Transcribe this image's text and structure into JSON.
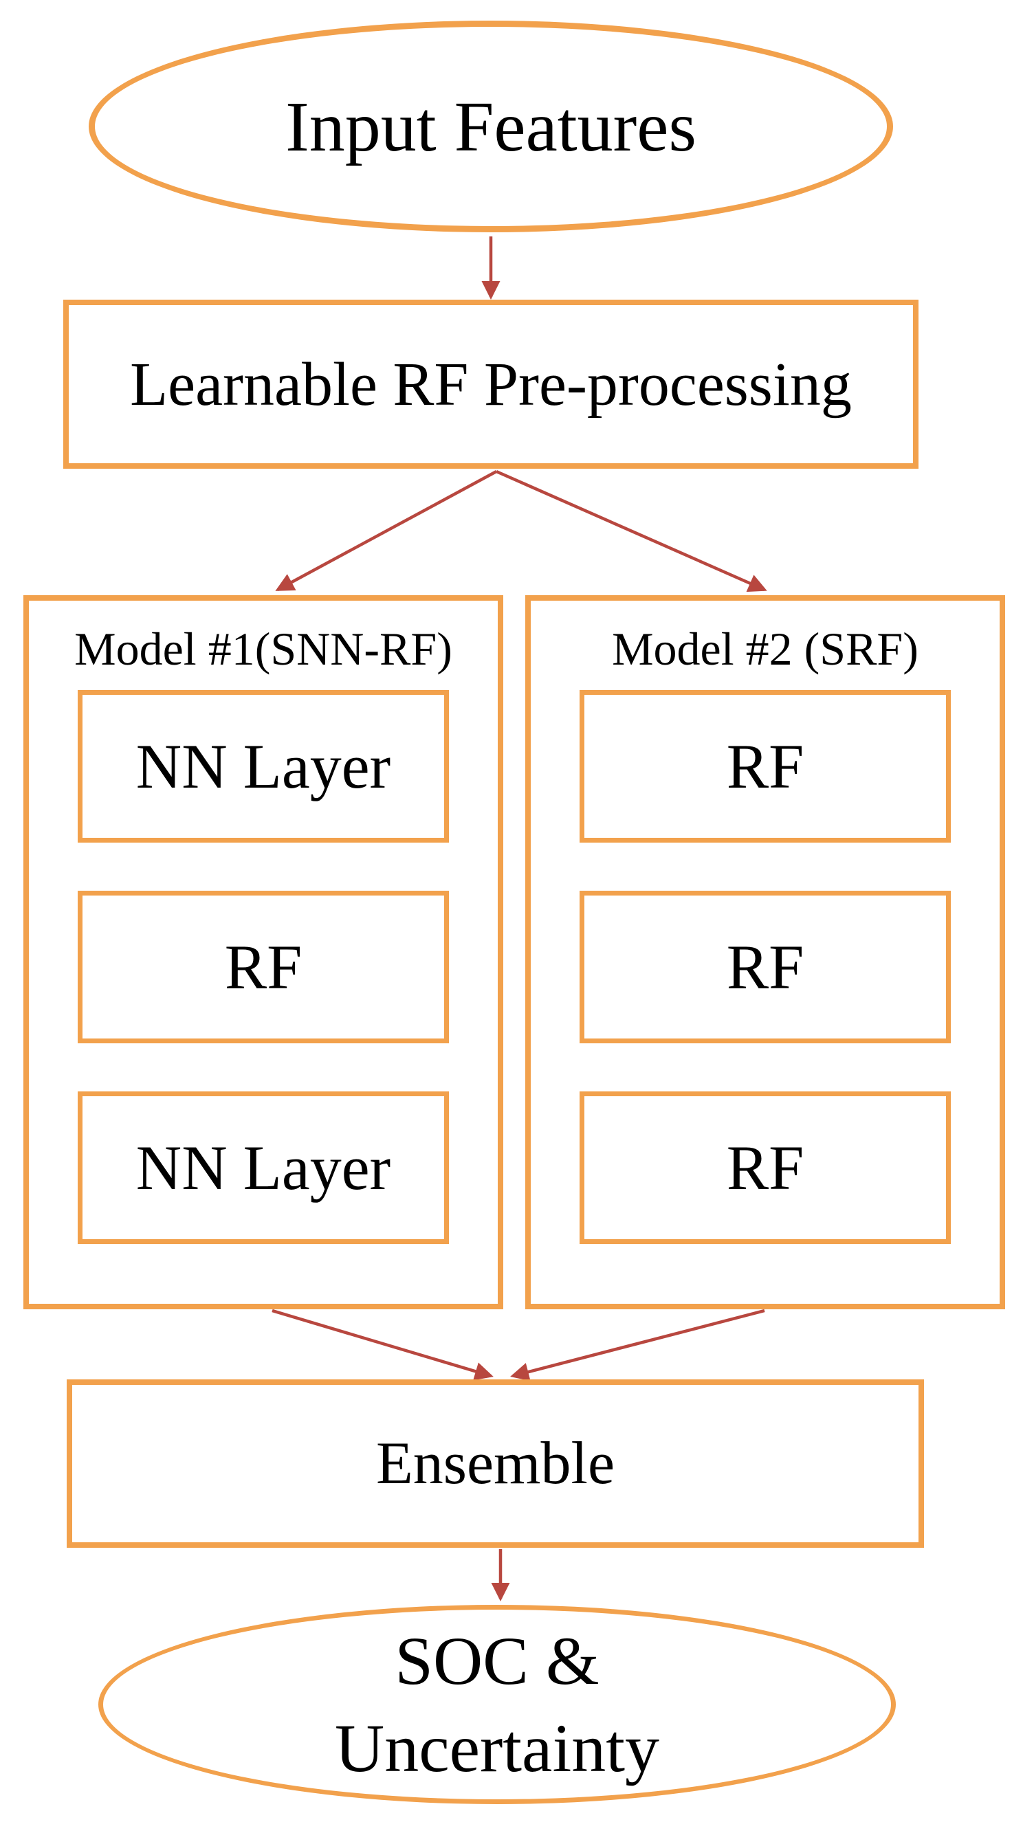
{
  "colors": {
    "accent_orange": "#F2A14C",
    "arrow_red": "#B8473F",
    "text_color": "#000000",
    "bg_color": "#FFFFFF"
  },
  "flowchart": {
    "input": {
      "shape": "ellipse",
      "label": "Input Features"
    },
    "preprocessing": {
      "shape": "rect",
      "label": "Learnable RF Pre-processing"
    },
    "models": [
      {
        "title": "Model #1(SNN-RF)",
        "layers": [
          "NN Layer",
          "RF",
          "NN Layer"
        ]
      },
      {
        "title": "Model #2 (SRF)",
        "layers": [
          "RF",
          "RF",
          "RF"
        ]
      }
    ],
    "ensemble": {
      "shape": "rect",
      "label": "Ensemble"
    },
    "output": {
      "shape": "ellipse",
      "lines": [
        "SOC &",
        "Uncertainty"
      ]
    },
    "edges": [
      {
        "from": "input",
        "to": "preprocessing"
      },
      {
        "from": "preprocessing",
        "to": "model1"
      },
      {
        "from": "preprocessing",
        "to": "model2"
      },
      {
        "from": "model1",
        "to": "ensemble"
      },
      {
        "from": "model2",
        "to": "ensemble"
      },
      {
        "from": "ensemble",
        "to": "output"
      }
    ]
  }
}
